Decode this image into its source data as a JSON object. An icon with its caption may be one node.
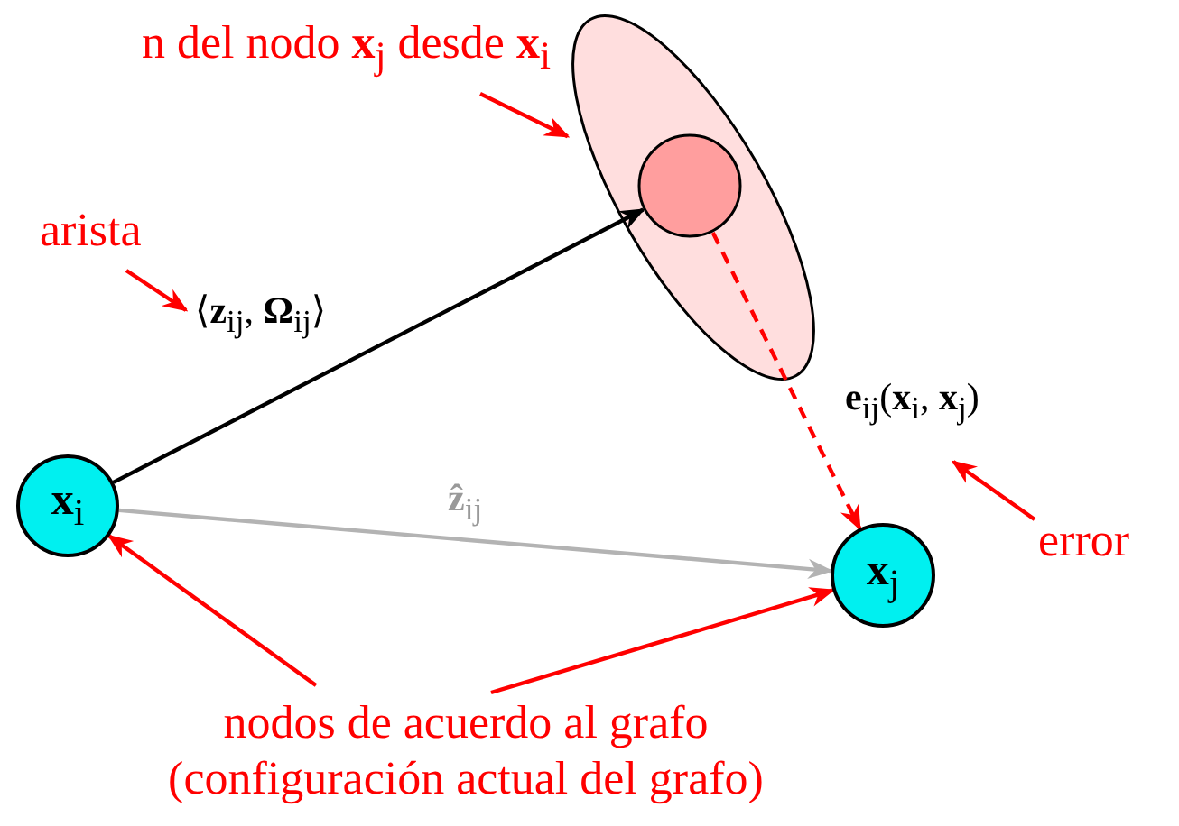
{
  "diagram": {
    "nodes": [
      {
        "text": [
          "**x**$_{i}$"
        ]
      },
      {
        "text": [
          "**x**$_{j}$"
        ]
      },
      {
        "text": [],
        "shape": "ellipse"
      },
      {
        "text": [],
        "shape": "circle",
        "in": 2
      },
      {
        "text": [
          "n del nodo **x**$_{j}$ desde **x**$_{i}$"
        ]
      },
      {
        "text": [
          "arista"
        ]
      },
      {
        "text": [
          "error"
        ]
      },
      {
        "text": [
          "nodos de acuerdo al grafo (configuración actual del grafo)"
        ]
      }
    ],
    "edges": [
      {
        "from": 0,
        "to": 3,
        "arrow": "to",
        "label": "⟨**z**$_{ij}$, **Ω**$_{ij}$⟩",
        "color": "#000000"
      },
      {
        "from": 0,
        "to": 1,
        "arrow": "to",
        "label": "**ẑ**$_{ij}$",
        "color": "#b3b3b3"
      },
      {
        "from": 3,
        "to": 1,
        "arrow": "to",
        "label": "**e**$_{ij}$(**x**$_{i}$, **x**$_{j}$)",
        "style": "dashed"
      },
      {
        "from": 4,
        "to": 2,
        "arrow": "to"
      },
      {
        "from": 5,
        "to": null,
        "arrow": "to"
      },
      {
        "from": 6,
        "to": null,
        "arrow": "to"
      },
      {
        "from": 7,
        "to": 0,
        "arrow": "to"
      },
      {
        "from": 7,
        "to": 1,
        "arrow": "to"
      }
    ]
  }
}
